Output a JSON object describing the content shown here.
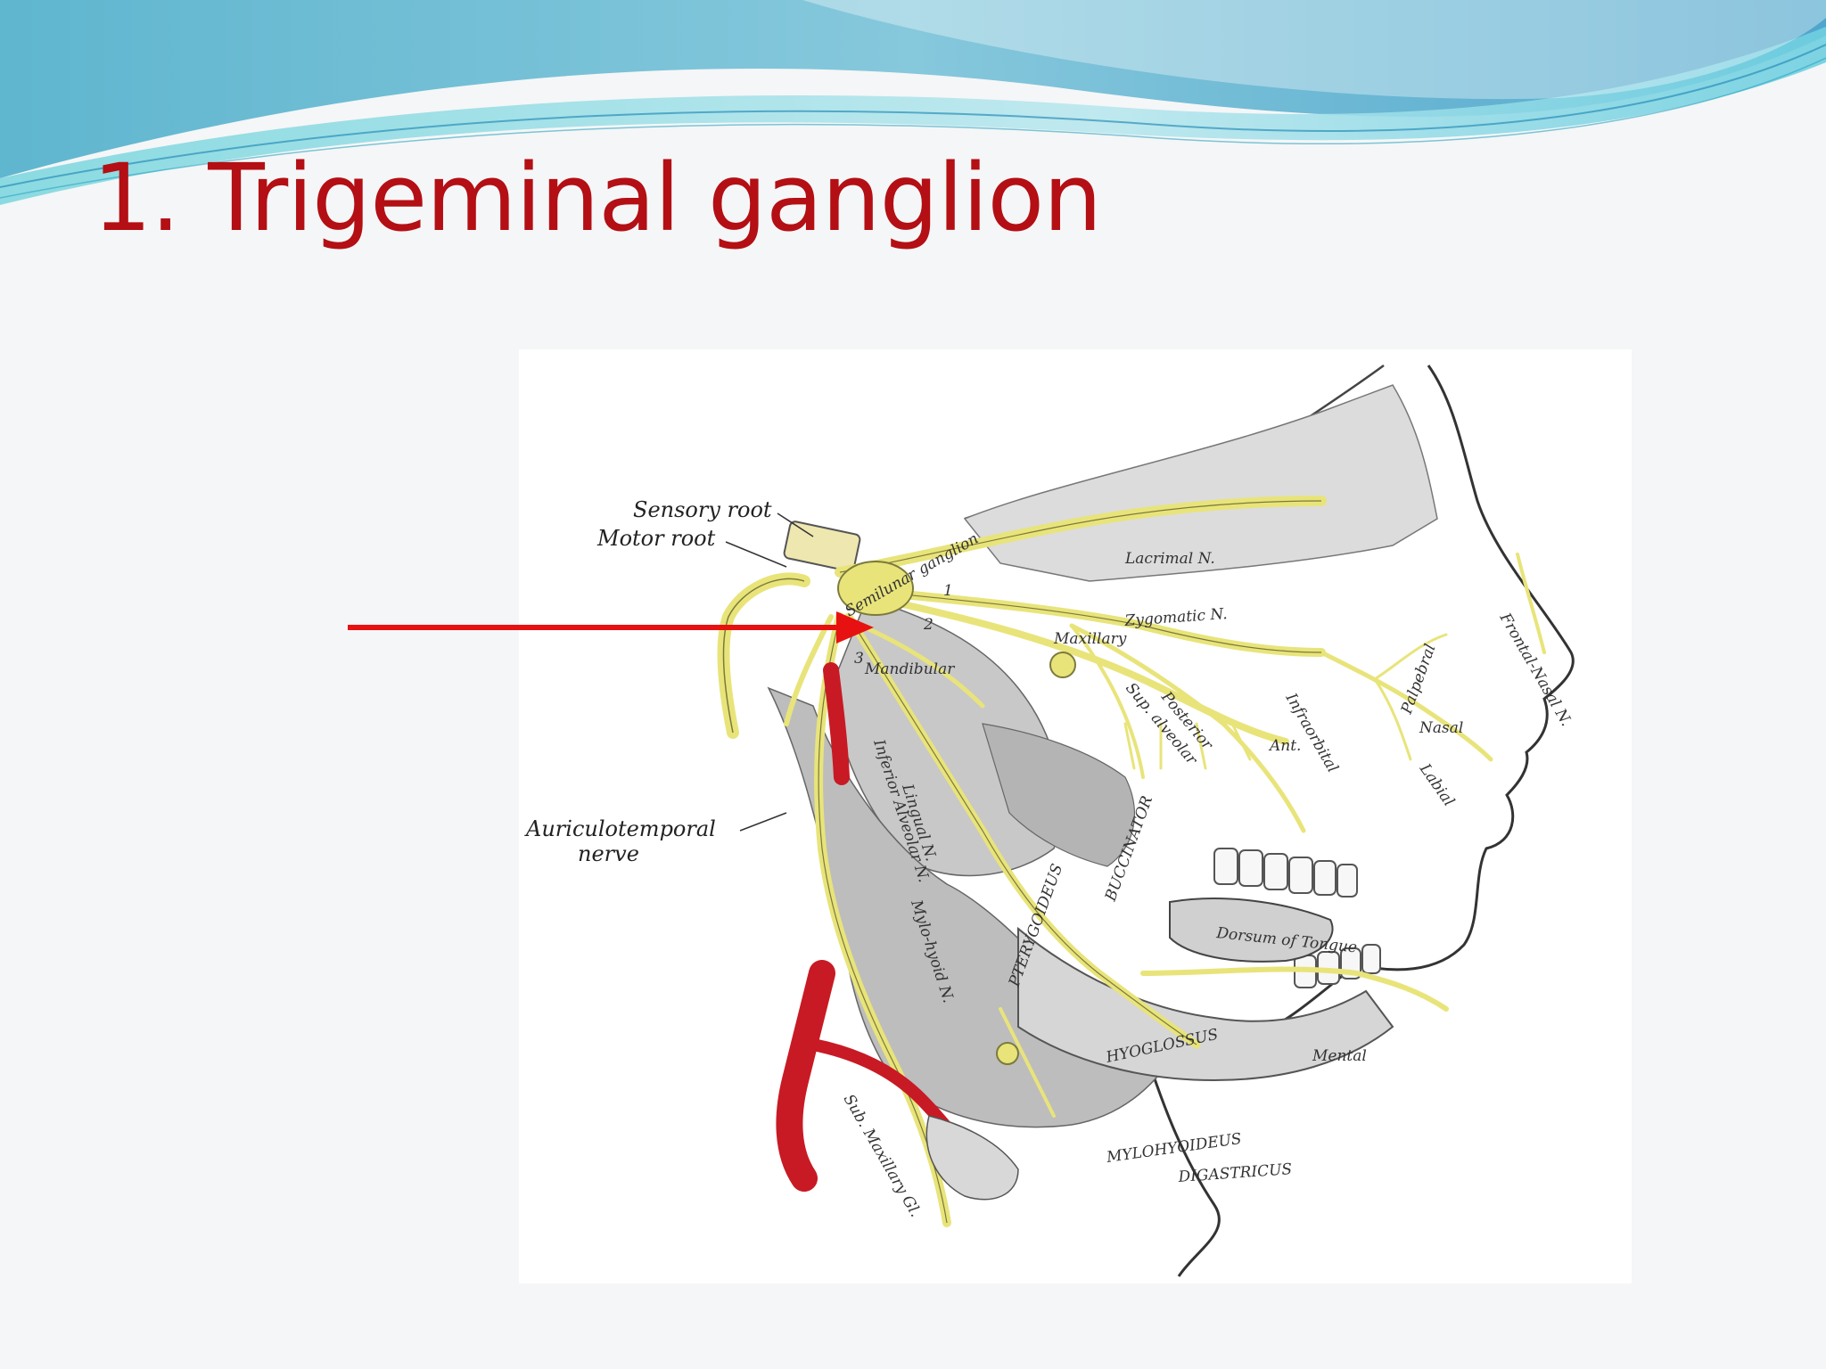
{
  "slide": {
    "title": "1. Trigeminal ganglion"
  },
  "figure": {
    "labels": {
      "sensory_root": "Sensory root",
      "motor_root": "Motor root",
      "auriculotemporal_line1": "Auriculotemporal",
      "auriculotemporal_line2": "nerve",
      "lacrimal": "Lacrimal N.",
      "zygomatic": "Zygomatic N.",
      "maxillary": "Maxillary",
      "semilunar_ganglion": "Semilunar ganglion",
      "branch_1": "1",
      "branch_2": "2",
      "branch_3": "3",
      "mandibular": "Mandibular",
      "lingual": "Lingual N.",
      "inferior_alveolar": "Inferior Alveolar N.",
      "mylo_hyoid": "Mylo-hyoid N.",
      "posterior": "Posterior",
      "superior_alveolar": "Sup. alveolar",
      "anterior": "Ant.",
      "infraorbital": "Infraorbital",
      "palpebral": "Palpebral",
      "nasal": "Nasal",
      "labial": "Labial",
      "dorsum_of_tongue": "Dorsum of Tongue",
      "mental": "Mental",
      "submaxillary_gl": "Sub. Maxillary Gl.",
      "digastricus": "DIGASTRICUS",
      "mylohyoideus": "MYLOHYOIDEUS",
      "hyoglossus": "HYOGLOSSUS",
      "buccinator": "BUCCINATOR",
      "pterygoideus": "PTERYGOIDEUS",
      "frontal_nasal": "Frontal-Nasal N."
    },
    "colors": {
      "nerve": "#e8e47a",
      "artery": "#c81a24",
      "pointer_arrow": "#e81111"
    }
  },
  "colors": {
    "title": "#b30f14",
    "header_wave_dark": "#6fb3d6",
    "header_wave_light": "#a9ddea"
  }
}
